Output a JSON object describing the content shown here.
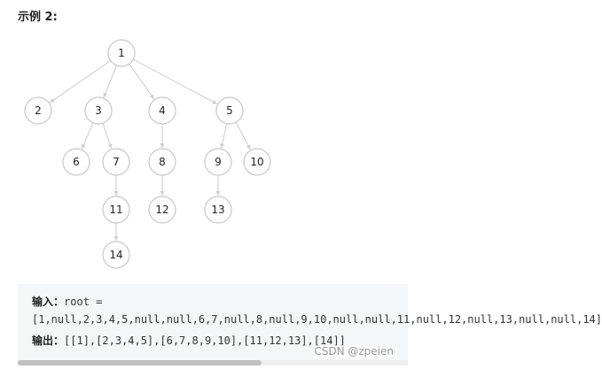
{
  "heading": "示例 2:",
  "tree": {
    "nodes": [
      {
        "id": "1",
        "label": "1"
      },
      {
        "id": "2",
        "label": "2"
      },
      {
        "id": "3",
        "label": "3"
      },
      {
        "id": "4",
        "label": "4"
      },
      {
        "id": "5",
        "label": "5"
      },
      {
        "id": "6",
        "label": "6"
      },
      {
        "id": "7",
        "label": "7"
      },
      {
        "id": "8",
        "label": "8"
      },
      {
        "id": "9",
        "label": "9"
      },
      {
        "id": "10",
        "label": "10"
      },
      {
        "id": "11",
        "label": "11"
      },
      {
        "id": "12",
        "label": "12"
      },
      {
        "id": "13",
        "label": "13"
      },
      {
        "id": "14",
        "label": "14"
      }
    ],
    "edges": [
      [
        "1",
        "2"
      ],
      [
        "1",
        "3"
      ],
      [
        "1",
        "4"
      ],
      [
        "1",
        "5"
      ],
      [
        "3",
        "6"
      ],
      [
        "3",
        "7"
      ],
      [
        "4",
        "8"
      ],
      [
        "5",
        "9"
      ],
      [
        "5",
        "10"
      ],
      [
        "7",
        "11"
      ],
      [
        "8",
        "12"
      ],
      [
        "9",
        "13"
      ],
      [
        "11",
        "14"
      ]
    ]
  },
  "example": {
    "input_label": "输入：",
    "input_text": "root = ",
    "input_value": "[1,null,2,3,4,5,null,null,6,7,null,8,null,9,10,null,null,11,null,12,null,13,null,null,14]",
    "output_label": "输出：",
    "output_value": "[[1],[2,3,4,5],[6,7,8,9,10],[11,12,13],[14]]"
  },
  "watermark": "CSDN @zpeien"
}
